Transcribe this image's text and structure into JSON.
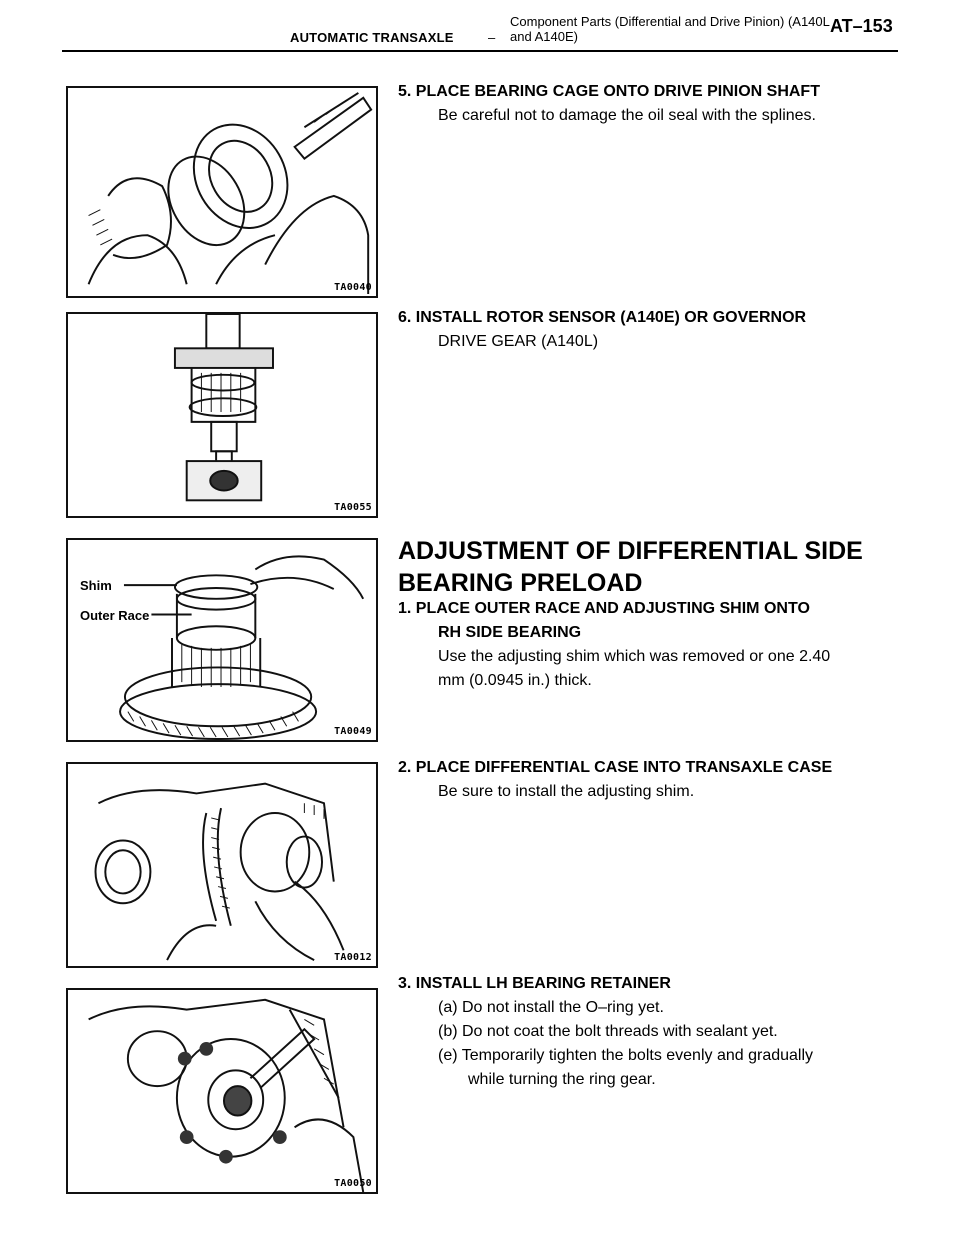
{
  "header": {
    "section": "AUTOMATIC TRANSAXLE",
    "dash": "–",
    "title": "Component Parts (Differential and Drive Pinion) (A140L and A140E)",
    "page": "AT–153"
  },
  "figures": {
    "fig1": {
      "code": "TA0040"
    },
    "fig2": {
      "code": "TA0055"
    },
    "fig3": {
      "code": "TA0049",
      "label_shim": "Shim",
      "label_outer_race": "Outer Race"
    },
    "fig4": {
      "code": "TA0012"
    },
    "fig5": {
      "code": "TA0050"
    }
  },
  "steps": {
    "s5": {
      "title": "5. PLACE BEARING CAGE ONTO DRIVE PINION SHAFT",
      "desc": "Be careful not to damage the oil seal with the splines."
    },
    "s6": {
      "title": "6. INSTALL ROTOR SENSOR (A140E) OR GOVERNOR",
      "title2": "DRIVE GEAR (A140L)"
    },
    "heading": {
      "line1": "ADJUSTMENT OF DIFFERENTIAL SIDE",
      "line2": "BEARING PRELOAD"
    },
    "s1": {
      "title": "1. PLACE OUTER RACE AND ADJUSTING SHIM ONTO",
      "title2": "RH SIDE BEARING",
      "desc1": "Use the adjusting shim which was removed or one 2.40",
      "desc2": "mm (0.0945 in.) thick."
    },
    "s2": {
      "title": "2. PLACE DIFFERENTIAL CASE INTO TRANSAXLE CASE",
      "desc": "Be sure to install the adjusting shim."
    },
    "s3": {
      "title": "3. INSTALL LH BEARING RETAINER",
      "a": "(a) Do not install the O–ring yet.",
      "b": "(b) Do not coat the bolt threads with sealant yet.",
      "e1": "(e) Temporarily tighten the bolts evenly and gradually",
      "e2": "while turning the ring gear."
    }
  }
}
